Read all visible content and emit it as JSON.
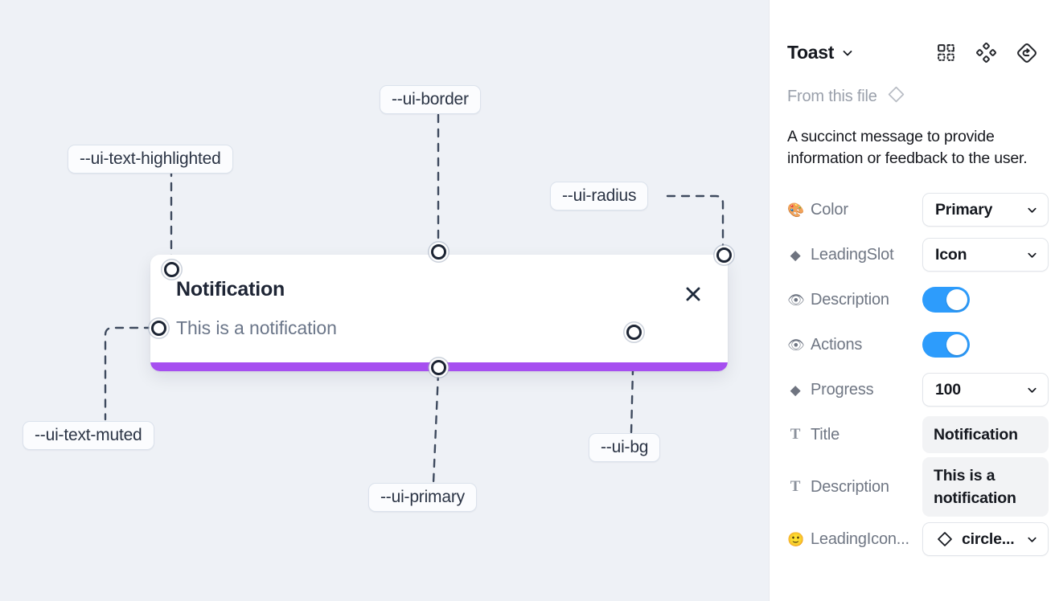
{
  "canvas": {
    "background_color": "#eef1f6",
    "toast": {
      "title": "Notification",
      "description": "This is a notification",
      "close_icon": "close-x-icon",
      "progress_color": "#a64ff0",
      "progress_percent": 100,
      "background_color": "#ffffff"
    },
    "callouts": [
      {
        "id": "ui-text-highlighted",
        "label": "--ui-text-highlighted"
      },
      {
        "id": "ui-border",
        "label": "--ui-border"
      },
      {
        "id": "ui-radius",
        "label": "--ui-radius"
      },
      {
        "id": "ui-text-muted",
        "label": "--ui-text-muted"
      },
      {
        "id": "ui-primary",
        "label": "--ui-primary"
      },
      {
        "id": "ui-bg",
        "label": "--ui-bg"
      }
    ]
  },
  "panel": {
    "title": "Toast",
    "title_chevron_icon": "chevron-down-icon",
    "header_icons": [
      {
        "name": "component-grid-icon"
      },
      {
        "name": "variants-diamond-icon"
      },
      {
        "name": "reset-instance-icon"
      }
    ],
    "from_file": {
      "label": "From this file",
      "icon": "diamond-component-icon"
    },
    "description": "A succinct message to provide information or feedback to the user.",
    "properties": [
      {
        "name": "color",
        "icon": "palette-emoji",
        "icon_glyph": "🎨",
        "label": "Color",
        "control": "select",
        "value": "Primary"
      },
      {
        "name": "leadingslot",
        "icon": "diamond-emoji",
        "icon_glyph": "◆",
        "label": "LeadingSlot",
        "control": "select",
        "value": "Icon"
      },
      {
        "name": "description-toggle",
        "icon": "eye-emoji",
        "icon_glyph": "👁",
        "label": "Description",
        "control": "toggle",
        "value": "on"
      },
      {
        "name": "actions-toggle",
        "icon": "eye-emoji",
        "icon_glyph": "👁",
        "label": "Actions",
        "control": "toggle",
        "value": "on"
      },
      {
        "name": "progress",
        "icon": "diamond-emoji",
        "icon_glyph": "◆",
        "label": "Progress",
        "control": "select",
        "value": "100"
      },
      {
        "name": "title",
        "icon": "text-glyph",
        "icon_glyph": "T",
        "label": "Title",
        "control": "text",
        "value": "Notification"
      },
      {
        "name": "description-text",
        "icon": "text-glyph",
        "icon_glyph": "T",
        "label": "Description",
        "control": "text",
        "value": "This is a notification"
      },
      {
        "name": "leadingicon",
        "icon": "smiley-emoji",
        "icon_glyph": "🙂",
        "label": "LeadingIcon...",
        "control": "select-icon",
        "value": "circle..."
      }
    ],
    "toggle_color": "#2d9cfc"
  }
}
